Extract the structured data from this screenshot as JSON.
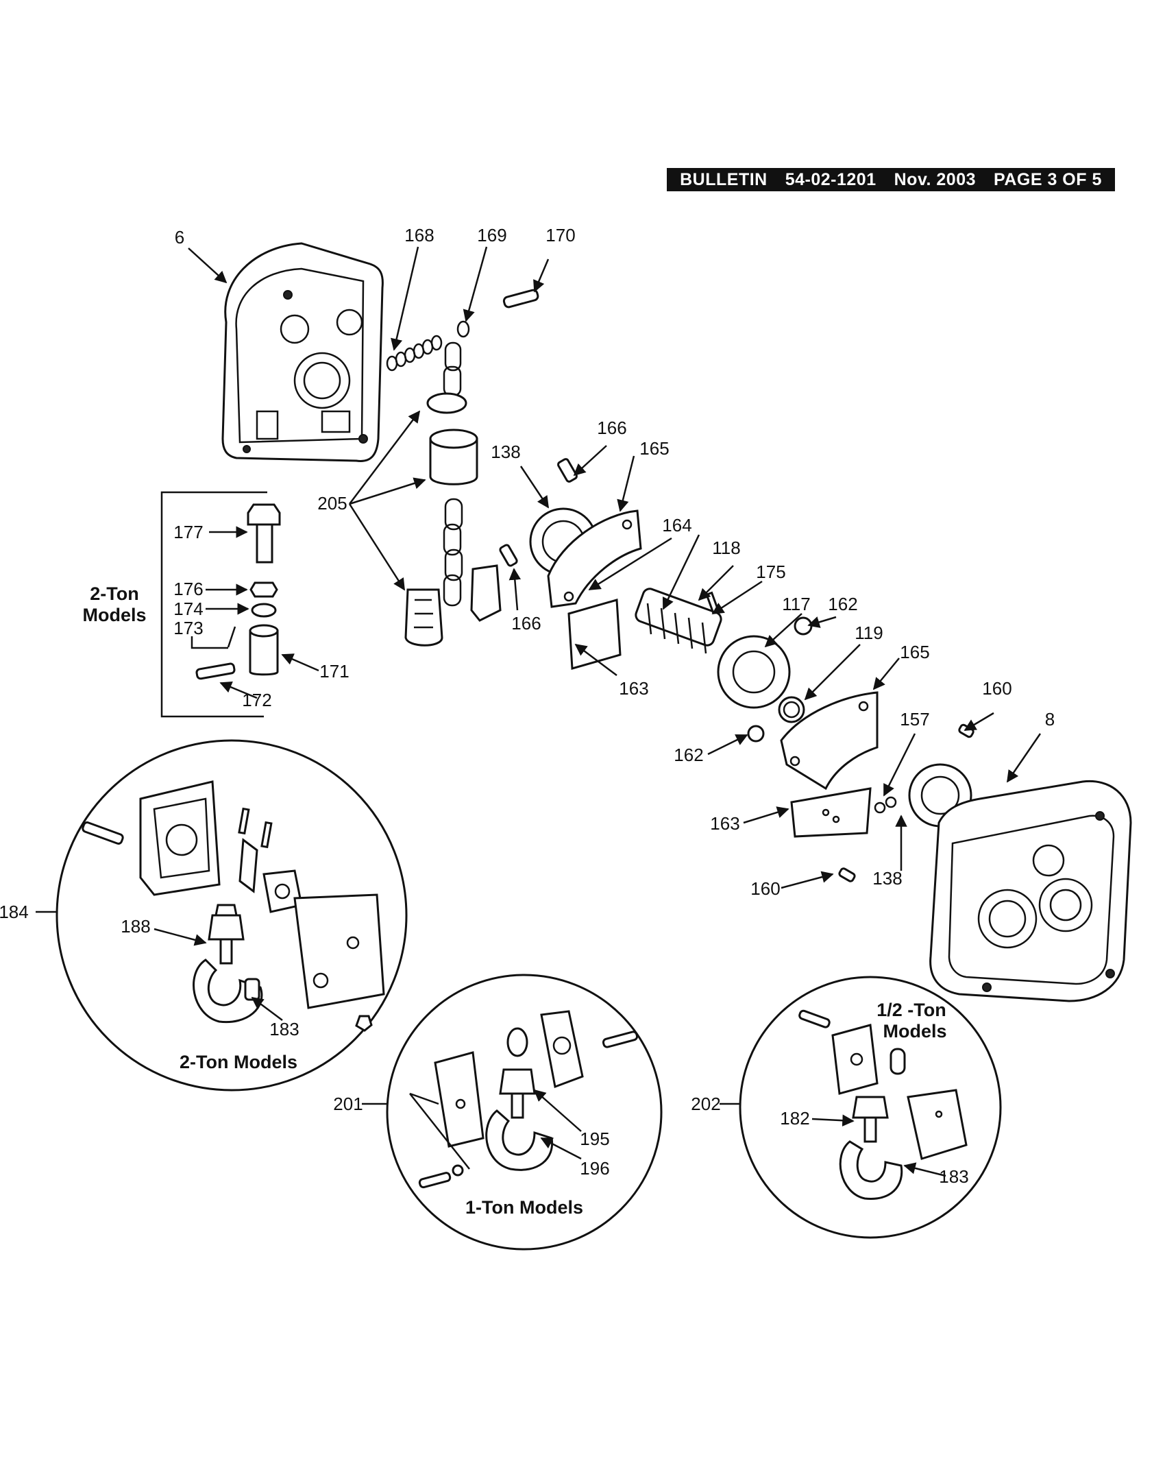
{
  "header": {
    "bulletin": "BULLETIN",
    "number": "54-02-1201",
    "date": "Nov. 2003",
    "page": "PAGE 3 OF 5"
  },
  "parts": [
    {
      "id": "p6",
      "text": "6"
    },
    {
      "id": "p168",
      "text": "168"
    },
    {
      "id": "p169",
      "text": "169"
    },
    {
      "id": "p170",
      "text": "170"
    },
    {
      "id": "p166a",
      "text": "166"
    },
    {
      "id": "p165a",
      "text": "165"
    },
    {
      "id": "p138a",
      "text": "138"
    },
    {
      "id": "p205",
      "text": "205"
    },
    {
      "id": "p164",
      "text": "164"
    },
    {
      "id": "p118",
      "text": "118"
    },
    {
      "id": "p175",
      "text": "175"
    },
    {
      "id": "p117",
      "text": "117"
    },
    {
      "id": "p162a",
      "text": "162"
    },
    {
      "id": "p119",
      "text": "119"
    },
    {
      "id": "p165b",
      "text": "165"
    },
    {
      "id": "p166b",
      "text": "166"
    },
    {
      "id": "p163a",
      "text": "163"
    },
    {
      "id": "p160a",
      "text": "160"
    },
    {
      "id": "p8",
      "text": "8"
    },
    {
      "id": "p157",
      "text": "157"
    },
    {
      "id": "p162b",
      "text": "162"
    },
    {
      "id": "p163b",
      "text": "163"
    },
    {
      "id": "p138b",
      "text": "138"
    },
    {
      "id": "p160b",
      "text": "160"
    },
    {
      "id": "p177",
      "text": "177"
    },
    {
      "id": "p176",
      "text": "176"
    },
    {
      "id": "p174",
      "text": "174"
    },
    {
      "id": "p173",
      "text": "173"
    },
    {
      "id": "p171",
      "text": "171"
    },
    {
      "id": "p172",
      "text": "172"
    },
    {
      "id": "p184",
      "text": "184"
    },
    {
      "id": "p188",
      "text": "188"
    },
    {
      "id": "p183a",
      "text": "183"
    },
    {
      "id": "p201",
      "text": "201"
    },
    {
      "id": "p195",
      "text": "195"
    },
    {
      "id": "p196",
      "text": "196"
    },
    {
      "id": "p202",
      "text": "202"
    },
    {
      "id": "p182",
      "text": "182"
    },
    {
      "id": "p183b",
      "text": "183"
    }
  ],
  "groups": {
    "two_ton_box_line1": "2-Ton",
    "two_ton_box_line2": "Models",
    "two_ton_circle": "2-Ton Models",
    "one_ton_circle": "1-Ton Models",
    "half_ton_line1": "1/2 -Ton",
    "half_ton_line2": "Models"
  }
}
